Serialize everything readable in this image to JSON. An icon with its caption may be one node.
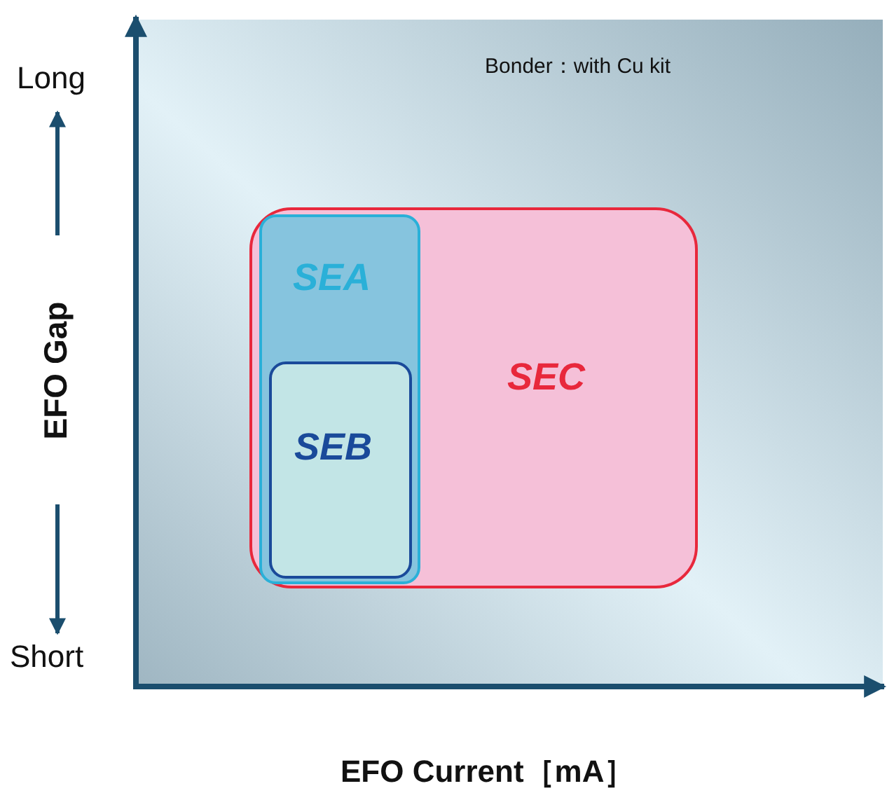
{
  "diagram": {
    "nodes": [
      {
        "text": [
          "SEC"
        ]
      },
      {
        "text": [
          "SEA"
        ],
        "in": 0
      },
      {
        "text": [
          "SEB"
        ],
        "in": 1
      }
    ],
    "labels": [
      "Bonder：with Cu kit",
      "Long",
      "EFO Gap",
      "Short",
      "EFO Current［mA］"
    ]
  }
}
